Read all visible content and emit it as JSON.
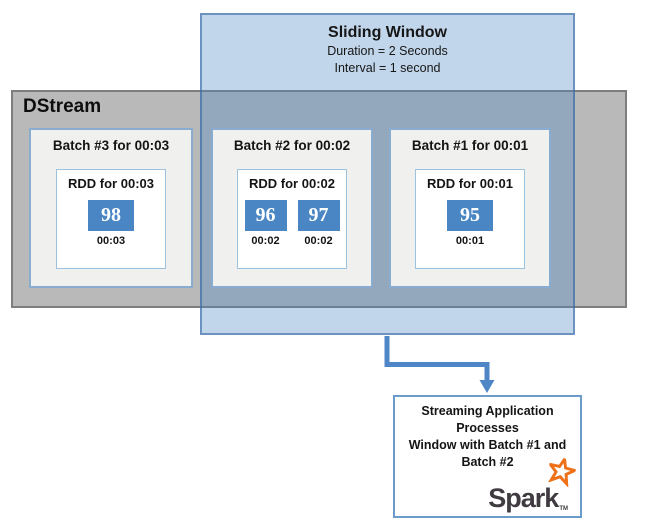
{
  "sliding_window": {
    "title": "Sliding Window",
    "duration": "Duration = 2 Seconds",
    "interval": "Interval = 1 second"
  },
  "dstream": {
    "label": "DStream"
  },
  "batches": [
    {
      "title": "Batch #3 for 00:03",
      "rdd_title": "RDD for 00:03",
      "cells": [
        {
          "value": "98",
          "time": "00:03"
        }
      ]
    },
    {
      "title": "Batch #2 for 00:02",
      "rdd_title": "RDD for 00:02",
      "cells": [
        {
          "value": "96",
          "time": "00:02"
        },
        {
          "value": "97",
          "time": "00:02"
        }
      ]
    },
    {
      "title": "Batch #1 for 00:01",
      "rdd_title": "RDD for 00:01",
      "cells": [
        {
          "value": "95",
          "time": "00:01"
        }
      ]
    }
  ],
  "output_box": {
    "lines": [
      "Streaming Application",
      "Processes",
      "Window with Batch #1 and",
      "Batch #2"
    ],
    "logo_text": "Spark",
    "logo_tm": "TM"
  },
  "colors": {
    "text": "#111111",
    "dstream_fill": "#b9b9b9",
    "dstream_border": "#7e7e7e",
    "window_fill": "rgba(76,134,196,0.34)",
    "window_border": "rgba(55,105,165,0.62)",
    "batch_fill": "#f0f0ee",
    "batch_border": "#8aadcf",
    "rdd_border": "#9cc2e0",
    "cell_blue": "#4a86c4",
    "arrow_blue": "#4f86c6",
    "output_border": "#6b9bc8",
    "spark_orange": "#ee7119",
    "spark_gray": "#3f3b40"
  }
}
